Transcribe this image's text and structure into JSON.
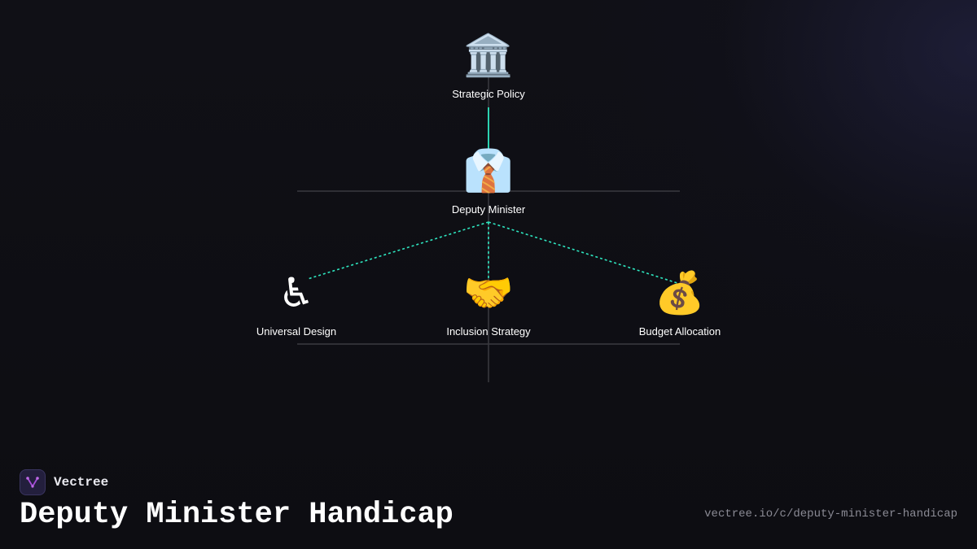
{
  "brand": {
    "name": "Vectree",
    "logo_icon": "vectree-logo-icon"
  },
  "title": "Deputy Minister Handicap",
  "url": "vectree.io/c/deputy-minister-handicap",
  "colors": {
    "background": "#0e0e13",
    "edge": "#2ee6c0",
    "guide": "#3a3a40",
    "logo": "#a34dd6"
  },
  "nodes": [
    {
      "id": "strategic-policy",
      "icon": "🏛️",
      "icon_name": "classical-building-icon",
      "label": "Strategic Policy"
    },
    {
      "id": "deputy-minister",
      "icon": "👔",
      "icon_name": "necktie-shirt-icon",
      "label": "Deputy Minister"
    },
    {
      "id": "universal-design",
      "icon": "♿",
      "icon_name": "wheelchair-icon",
      "label": "Universal Design"
    },
    {
      "id": "inclusion-strategy",
      "icon": "🤝",
      "icon_name": "handshake-icon",
      "label": "Inclusion Strategy"
    },
    {
      "id": "budget-allocation",
      "icon": "💰",
      "icon_name": "money-bag-icon",
      "label": "Budget Allocation"
    }
  ],
  "edges": [
    {
      "from": "strategic-policy",
      "to": "deputy-minister",
      "style": "solid"
    },
    {
      "from": "deputy-minister",
      "to": "universal-design",
      "style": "dotted"
    },
    {
      "from": "deputy-minister",
      "to": "inclusion-strategy",
      "style": "dotted"
    },
    {
      "from": "deputy-minister",
      "to": "budget-allocation",
      "style": "dotted"
    }
  ]
}
